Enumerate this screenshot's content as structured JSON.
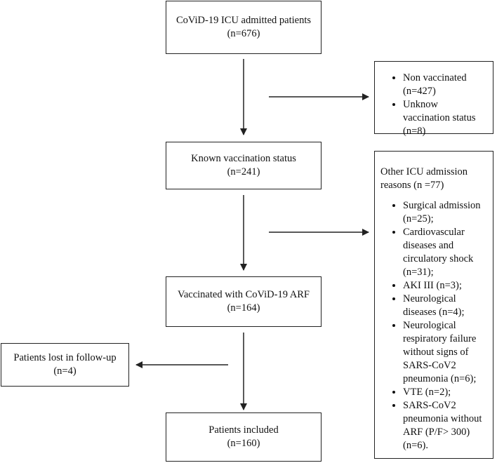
{
  "boxes": {
    "admitted": {
      "line1": "CoViD-19 ICU admitted patients",
      "line2": "(n=676)"
    },
    "known": {
      "line1": "Known vaccination status",
      "line2": "(n=241)"
    },
    "vaccinated": {
      "line1": "Vaccinated with CoViD-19 ARF",
      "line2": "(n=164)"
    },
    "included": {
      "line1": "Patients included",
      "line2": "(n=160)"
    },
    "lost": {
      "line1": "Patients lost in follow-up",
      "line2": "(n=4)"
    },
    "excluded_vaccination": {
      "items": [
        "Non vaccinated (n=427)",
        "Unknow vaccination status (n=8)"
      ]
    },
    "other_reasons": {
      "heading": "Other ICU admission reasons (n =77)",
      "items": [
        "Surgical admission (n=25);",
        "Cardiovascular diseases and circulatory shock (n=31);",
        "AKI III (n=3);",
        "Neurological diseases (n=4);",
        "Neurological respiratory failure without signs of SARS-CoV2 pneumonia (n=6);",
        "VTE (n=2);",
        "SARS-CoV2 pneumonia without ARF (P/F> 300) (n=6)."
      ]
    }
  },
  "colors": {
    "line": "#222222",
    "text": "#111111",
    "background": "#ffffff"
  }
}
